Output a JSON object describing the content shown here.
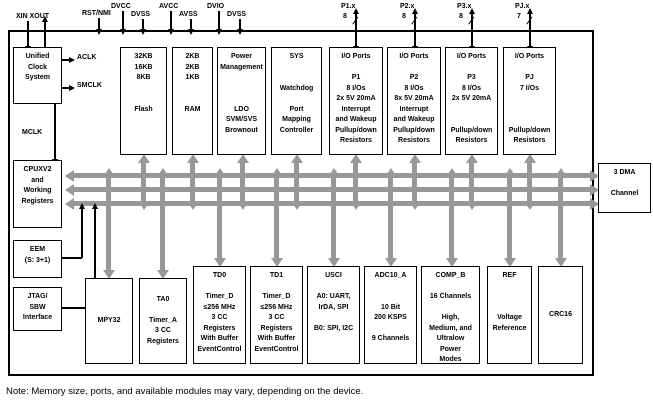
{
  "pins": {
    "xin_xout": "XIN XOUT",
    "rst_nmi": "RST/NMI",
    "dvcc": "DVCC",
    "dvss1": "DVSS",
    "avcc": "AVCC",
    "avss": "AVSS",
    "dvio": "DVIO",
    "dvss2": "DVSS",
    "ports": [
      {
        "label": "P1.x",
        "width": "8"
      },
      {
        "label": "P2.x",
        "width": "8"
      },
      {
        "label": "P3.x",
        "width": "8"
      },
      {
        "label": "PJ.x",
        "width": "7"
      }
    ]
  },
  "signals": {
    "aclk": "ACLK",
    "smclk": "SMCLK",
    "mclk": "MCLK"
  },
  "blocks": {
    "clock": {
      "lines": [
        "Unified",
        "Clock",
        "System"
      ]
    },
    "cpu": {
      "lines": [
        "CPUXV2",
        "and",
        "Working",
        "Registers"
      ]
    },
    "eem": {
      "lines": [
        "EEM",
        "(S: 3+1)"
      ]
    },
    "jtag": {
      "lines": [
        "JTAG/",
        "SBW",
        "Interface"
      ]
    },
    "flash": {
      "lines": [
        "32KB",
        "16KB",
        "8KB",
        "",
        "",
        "Flash"
      ]
    },
    "ram": {
      "lines": [
        "2KB",
        "2KB",
        "1KB",
        "",
        "",
        "RAM"
      ]
    },
    "pmm": {
      "lines": [
        "Power",
        "Management",
        "",
        "",
        "",
        "LDO",
        "SVM/SVS",
        "Brownout"
      ]
    },
    "sys": {
      "lines": [
        "SYS",
        "",
        "",
        "Watchdog",
        "",
        "Port",
        "Mapping",
        "Controller"
      ]
    },
    "p1": {
      "lines": [
        "I/O Ports",
        "",
        "P1",
        "8 I/Os",
        "2x 5V 20mA",
        "Interrupt",
        "and Wakeup",
        "Pullup/down",
        "Resistors"
      ]
    },
    "p2": {
      "lines": [
        "I/O Ports",
        "",
        "P2",
        "8 I/Os",
        "8x 5V 20mA",
        "Interrupt",
        "and Wakeup",
        "Pullup/down",
        "Resistors"
      ]
    },
    "p3": {
      "lines": [
        "I/O Ports",
        "",
        "P3",
        "8 I/Os",
        "2x 5V 20mA",
        "",
        "",
        "Pullup/down",
        "Resistors"
      ]
    },
    "pj": {
      "lines": [
        "I/O Ports",
        "",
        "PJ",
        "7 I/Os",
        "",
        "",
        "",
        "Pullup/down",
        "Resistors"
      ]
    },
    "mpy": {
      "lines": [
        "MPY32"
      ]
    },
    "ta0": {
      "lines": [
        "TA0",
        "",
        "Timer_A",
        "3 CC",
        "Registers"
      ]
    },
    "td0": {
      "lines": [
        "TD0",
        "",
        "Timer_D",
        "≤256 MHz",
        "3 CC",
        "Registers",
        "With Buffer",
        "EventControl"
      ]
    },
    "td1": {
      "lines": [
        "TD1",
        "",
        "Timer_D",
        "≤256 MHz",
        "3 CC",
        "Registers",
        "With Buffer",
        "EventControl"
      ]
    },
    "usci": {
      "lines": [
        "USCI",
        "",
        "A0: UART,",
        "IrDA, SPI",
        "",
        "B0: SPI, I2C"
      ]
    },
    "adc": {
      "lines": [
        "ADC10_A",
        "",
        "",
        "10 Bit",
        "200 KSPS",
        "",
        "9 Channels"
      ]
    },
    "comp": {
      "lines": [
        "COMP_B",
        "",
        "16 Channels",
        "",
        "High,",
        "Medium, and",
        "Ultralow",
        "Power",
        "Modes"
      ]
    },
    "ref": {
      "lines": [
        "REF",
        "",
        "",
        "",
        "Voltage",
        "Reference"
      ]
    },
    "crc": {
      "lines": [
        "CRC16"
      ]
    },
    "dma": {
      "lines": [
        "3 DMA",
        "",
        "Channel"
      ]
    }
  },
  "colors": {
    "bus": "#989898",
    "border": "#000000",
    "background": "#ffffff"
  },
  "note": "Note: Memory size, ports, and available modules may vary, depending on the device."
}
